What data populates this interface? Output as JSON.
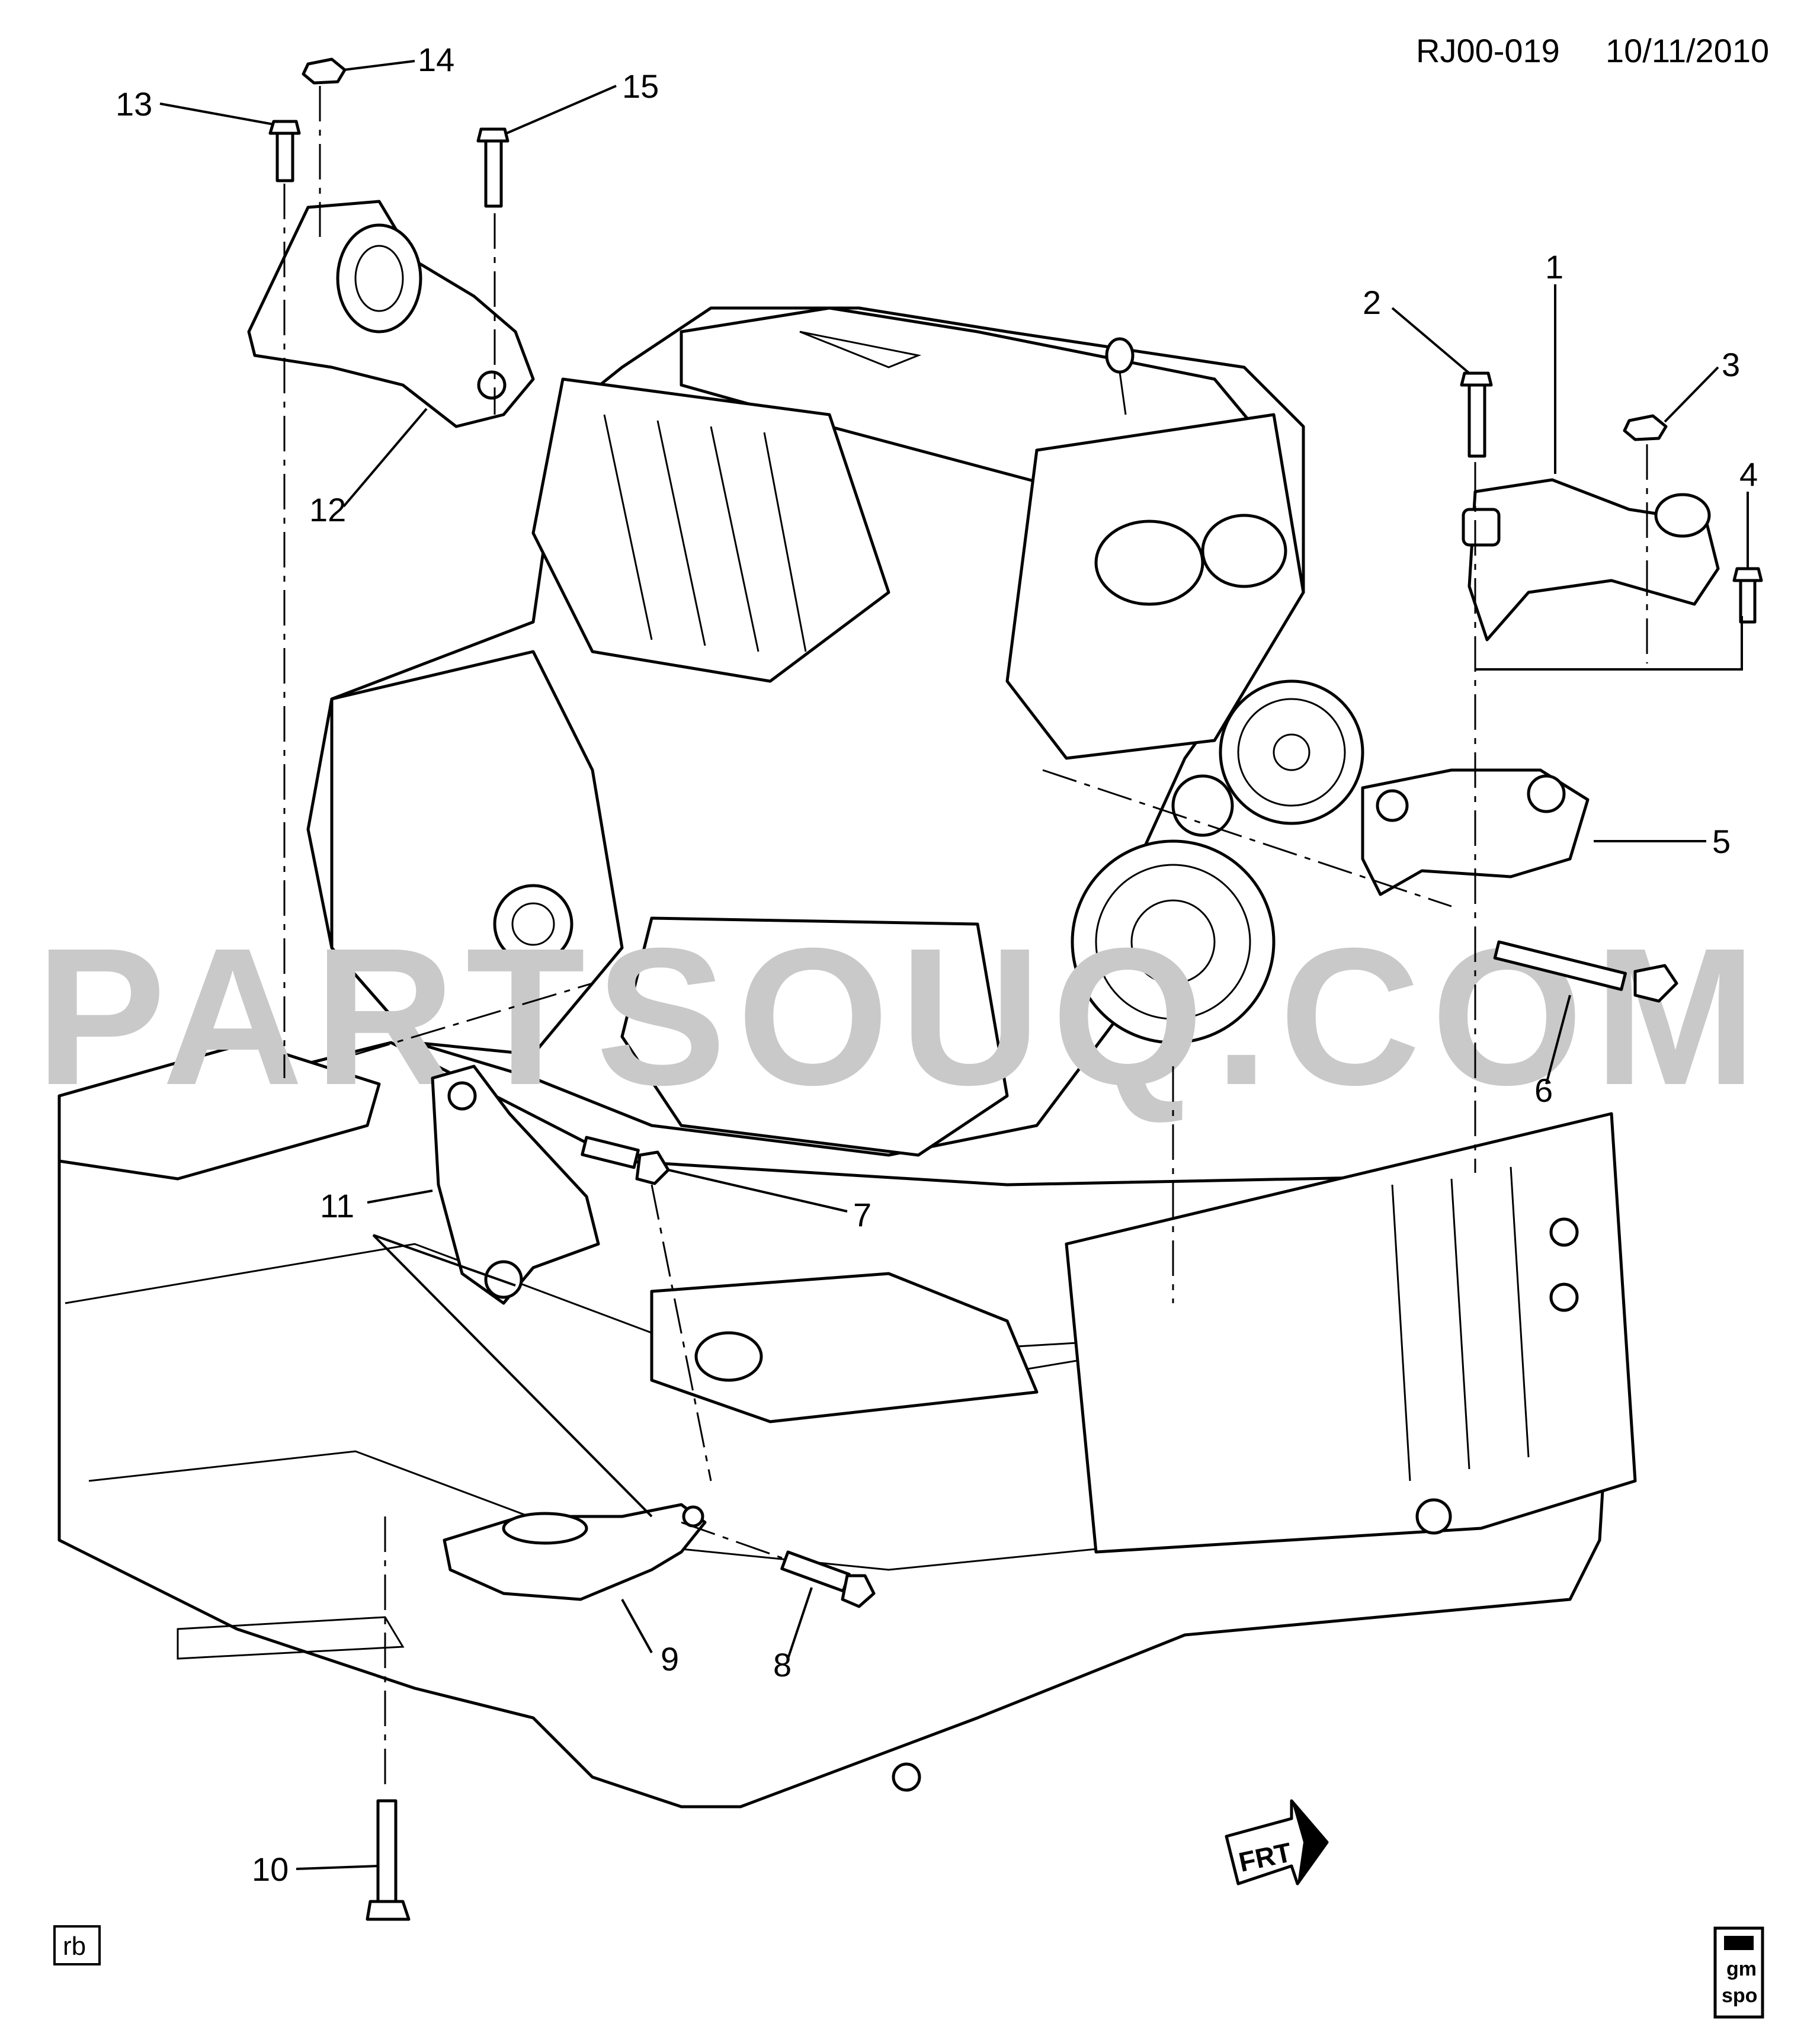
{
  "header": {
    "doc_id": "RJ00-019",
    "date": "10/11/2010"
  },
  "watermark": "PARTSOUQ.COM",
  "corner_label": "rb",
  "direction_label": "FRT",
  "logo_text": [
    "gm",
    "spo"
  ],
  "callouts": {
    "c1": "1",
    "c2": "2",
    "c3": "3",
    "c4": "4",
    "c5": "5",
    "c6": "6",
    "c7": "7",
    "c8": "8",
    "c9": "9",
    "c10": "10",
    "c11": "11",
    "c12": "12",
    "c13": "13",
    "c14": "14",
    "c15": "15"
  }
}
